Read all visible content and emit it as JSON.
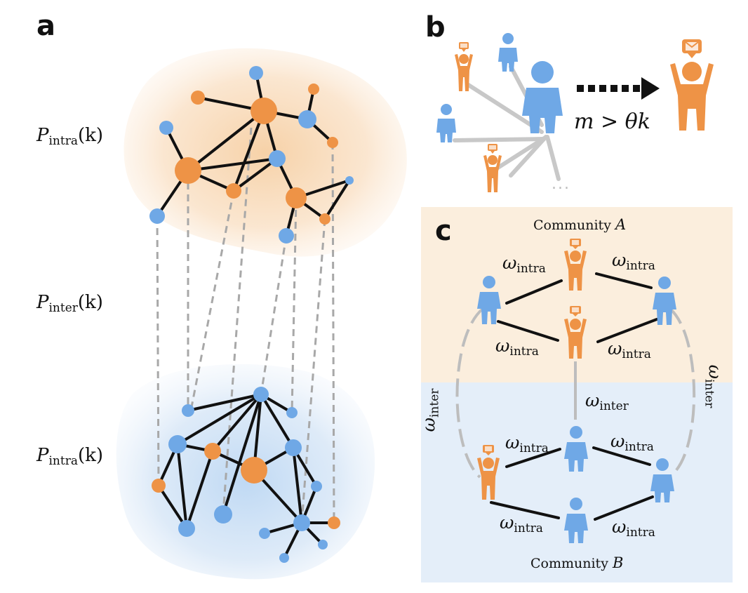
{
  "panels": {
    "a": "a",
    "b": "b",
    "c": "c"
  },
  "panel_a": {
    "label_top": {
      "P": "P",
      "sub": "intra",
      "arg": "(k)"
    },
    "label_middle": {
      "P": "P",
      "sub": "inter",
      "arg": "(k)"
    },
    "label_bottom": {
      "P": "P",
      "sub": "intra",
      "arg": "(k)"
    }
  },
  "panel_b": {
    "condition": "m > θk",
    "ellipsis": "..."
  },
  "panel_c": {
    "community_a": {
      "prefix": "Community",
      "name": "A"
    },
    "community_b": {
      "prefix": "Community",
      "name": "B"
    },
    "omega": "ω",
    "intra": "intra",
    "inter": "inter"
  },
  "colors": {
    "orange": "#ee9346",
    "blue": "#6fa8e6",
    "community_a_bg": "#fbeedd",
    "community_b_bg": "#e4eef9",
    "edge": "#111111",
    "interlayer_edge": "#a8a8a8"
  }
}
